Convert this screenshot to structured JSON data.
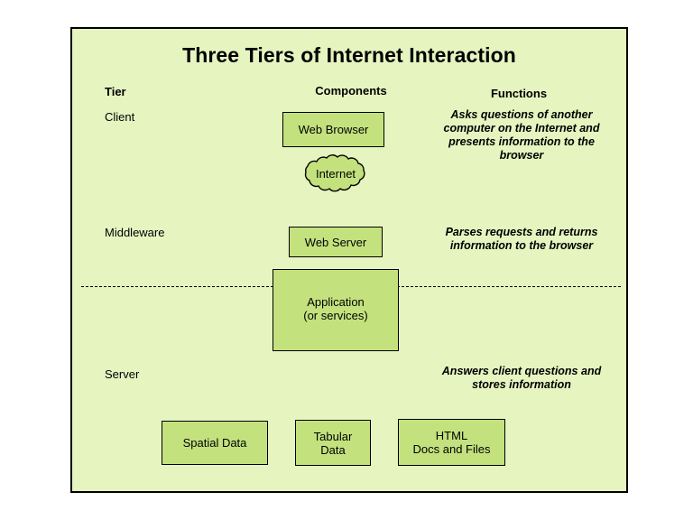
{
  "slide": {
    "title": "Three Tiers of Internet Interaction",
    "background_color": "#e6f4c0",
    "box_fill_color": "#c3e27e",
    "border_color": "#000000"
  },
  "headers": {
    "tier": "Tier",
    "components": "Components",
    "functions": "Functions"
  },
  "tiers": [
    {
      "name": "Client",
      "function": "Asks questions of another computer on the Internet and presents information to the browser"
    },
    {
      "name": "Middleware",
      "function": "Parses requests and returns information to the browser"
    },
    {
      "name": "Server",
      "function": "Answers client questions and stores information"
    }
  ],
  "components": {
    "web_browser": "Web Browser",
    "internet": "Internet",
    "web_server": "Web Server",
    "application_line1": "Application",
    "application_line2": "(or services)",
    "spatial_data": "Spatial Data",
    "tabular_line1": "Tabular",
    "tabular_line2": "Data",
    "html_line1": "HTML",
    "html_line2": "Docs and Files"
  }
}
